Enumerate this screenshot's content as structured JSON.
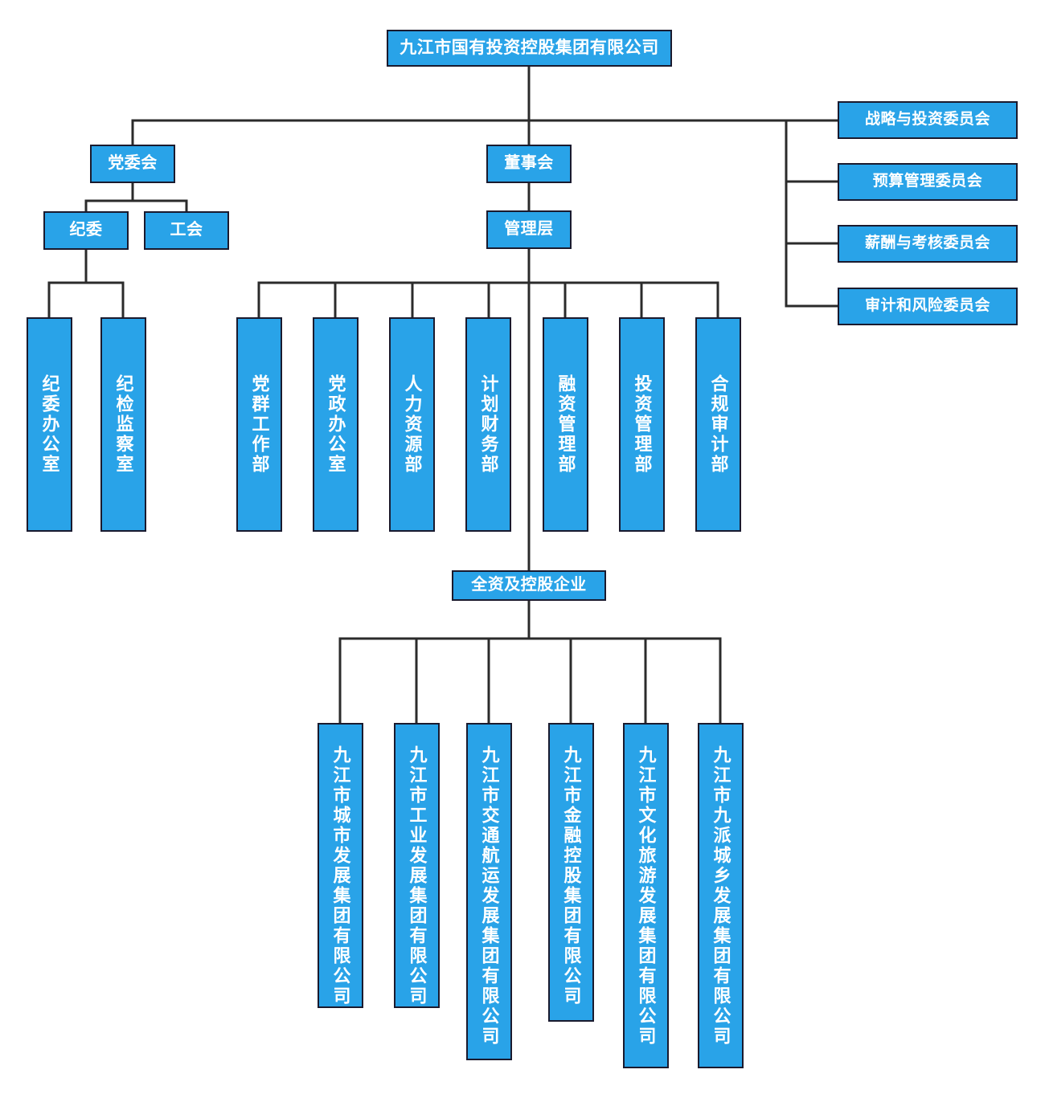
{
  "title": "九江市国有投资控股集团有限公司",
  "colors": {
    "node_fill": "#29A3E8",
    "node_border": "#1a1a2e",
    "node_text": "#ffffff",
    "connector": "#2b2b2b",
    "background": "#ffffff"
  },
  "root": {
    "label": "九江市国有投资控股集团有限公司"
  },
  "level2": [
    {
      "label": "党委会"
    },
    {
      "label": "董事会"
    }
  ],
  "committees": [
    {
      "label": "战略与投资委员会"
    },
    {
      "label": "预算管理委员会"
    },
    {
      "label": "薪酬与考核委员会"
    },
    {
      "label": "审计和风险委员会"
    }
  ],
  "party_children": [
    {
      "label": "纪委"
    },
    {
      "label": "工会"
    }
  ],
  "board_child": {
    "label": "管理层"
  },
  "discipline_departments": [
    {
      "label": "纪委办公室"
    },
    {
      "label": "纪检监察室"
    }
  ],
  "management_departments": [
    {
      "label": "党群工作部"
    },
    {
      "label": "党政办公室"
    },
    {
      "label": "人力资源部"
    },
    {
      "label": "计划财务部"
    },
    {
      "label": "融资管理部"
    },
    {
      "label": "投资管理部"
    },
    {
      "label": "合规审计部"
    }
  ],
  "subsidiary_group": {
    "label": "全资及控股企业"
  },
  "subsidiaries": [
    {
      "label": "九江市城市发展集团有限公司"
    },
    {
      "label": "九江市工业发展集团有限公司"
    },
    {
      "label": "九江市交通航运发展集团有限公司"
    },
    {
      "label": "九江市金融控股集团有限公司"
    },
    {
      "label": "九江市文化旅游发展集团有限公司"
    },
    {
      "label": "九江市九派城乡发展集团有限公司"
    }
  ]
}
